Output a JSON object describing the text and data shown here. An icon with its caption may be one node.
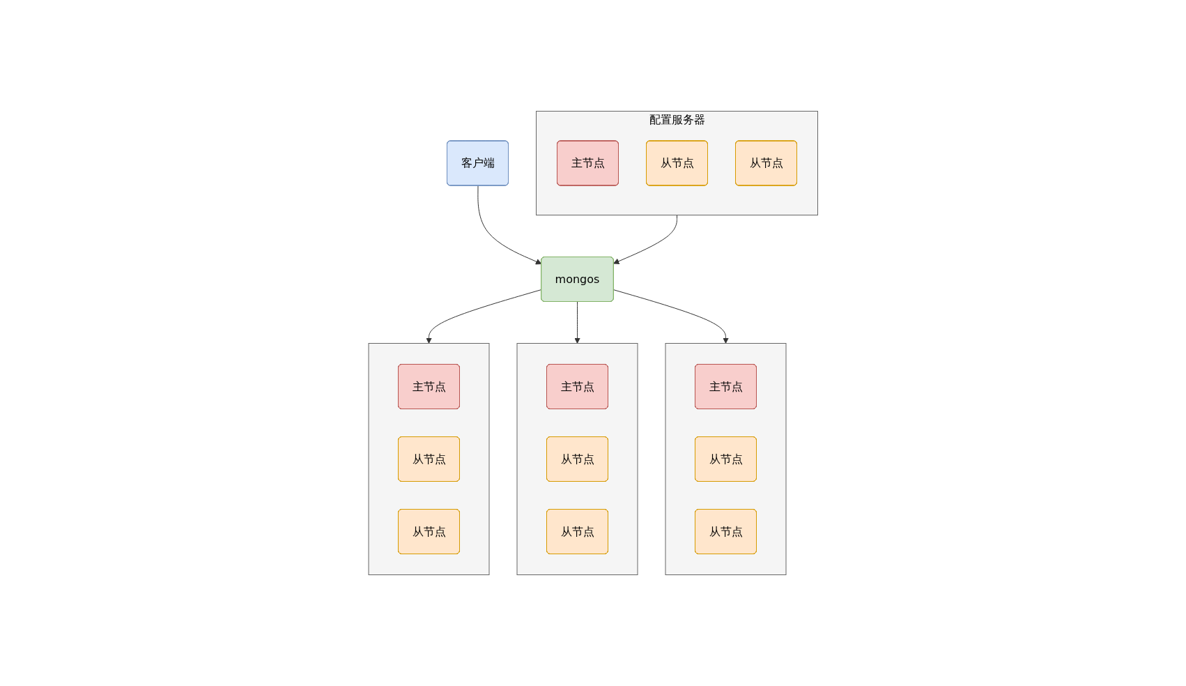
{
  "diagram": {
    "nodes": [
      {
        "text": [
          "客户端"
        ]
      },
      {
        "text": [
          "mongos"
        ]
      },
      {
        "text": [
          "配置服务器"
        ]
      },
      {
        "text": [
          "主节点"
        ],
        "in": 2
      },
      {
        "text": [
          "从节点"
        ],
        "in": 2
      },
      {
        "text": [
          "从节点"
        ],
        "in": 2
      },
      {
        "text": [],
        "shape": "box"
      },
      {
        "text": [
          "主节点"
        ],
        "in": 6
      },
      {
        "text": [
          "从节点"
        ],
        "in": 6
      },
      {
        "text": [
          "从节点"
        ],
        "in": 6
      },
      {
        "text": [],
        "shape": "box"
      },
      {
        "text": [
          "主节点"
        ],
        "in": 10
      },
      {
        "text": [
          "从节点"
        ],
        "in": 10
      },
      {
        "text": [
          "从节点"
        ],
        "in": 10
      },
      {
        "text": [],
        "shape": "box"
      },
      {
        "text": [
          "主节点"
        ],
        "in": 14
      },
      {
        "text": [
          "从节点"
        ],
        "in": 14
      },
      {
        "text": [
          "从节点"
        ],
        "in": 14
      }
    ],
    "edges": [
      {
        "from": 0,
        "to": 1,
        "arrow": "to"
      },
      {
        "from": 2,
        "to": 1,
        "arrow": "to"
      },
      {
        "from": 1,
        "to": 6,
        "arrow": "to"
      },
      {
        "from": 1,
        "to": 10,
        "arrow": "to"
      },
      {
        "from": 1,
        "to": 14,
        "arrow": "to"
      }
    ]
  }
}
